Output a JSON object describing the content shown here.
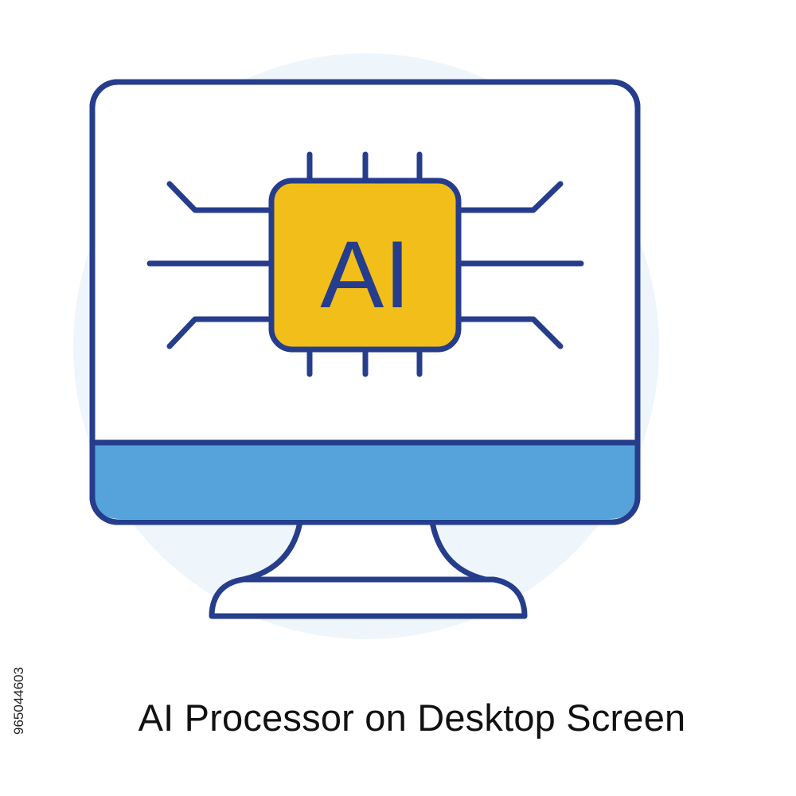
{
  "chip": {
    "label": "AI"
  },
  "caption": "AI Processor on Desktop Screen",
  "side_id": "965044603",
  "colors": {
    "outline": "#263D8C",
    "chip_fill": "#F2BE1A",
    "chin_fill": "#55A3DA",
    "screen_fill": "#FFFFFF",
    "halo": "#EEF5FB"
  },
  "icons": [
    "desktop-monitor-icon",
    "ai-chip-icon",
    "circuit-trace-icon"
  ]
}
